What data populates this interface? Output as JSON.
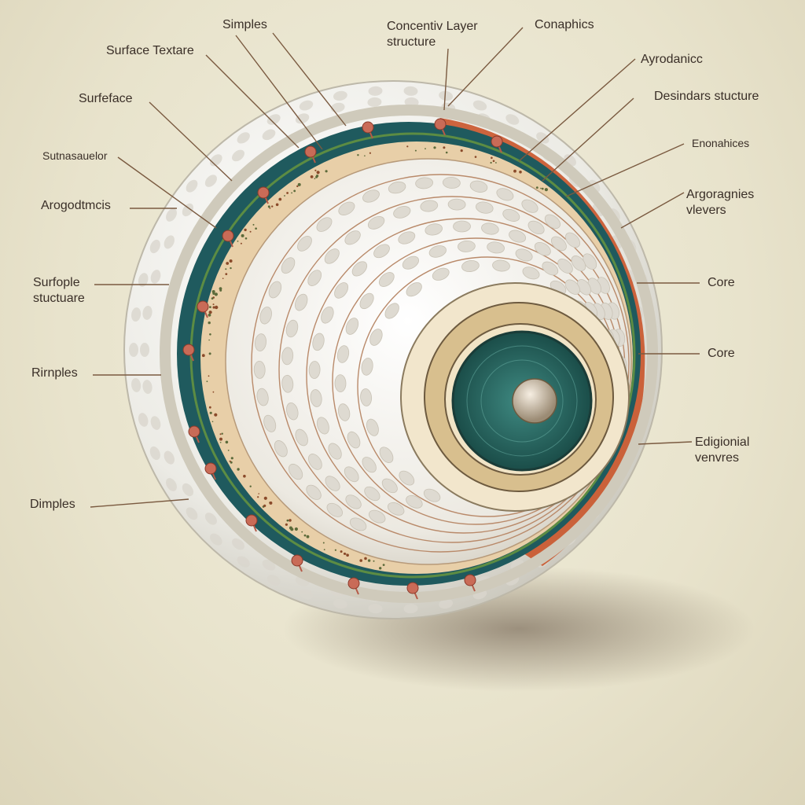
{
  "labels": {
    "simples": "Simples",
    "concentric_layer": "Concentiv Layer",
    "concentric_layer_line2": "structure",
    "conaphics": "Conaphics",
    "surface_texture": "Surface Textare",
    "ayrodanicc": "Ayrodanicc",
    "surfeface": "Surfeface",
    "desindars_structure": "Desindars stucture",
    "subasauelor": "Sutnasauelor",
    "enonahices": "Enonahices",
    "arogodtmcis": "Arogodtmcis",
    "argoragnies": "Argoragnies",
    "argoragnies_line2": "vlevers",
    "surfople": "Surfople",
    "surfople_line2": "stuctuare",
    "core_1": "Core",
    "ripples": "Rirnples",
    "core_2": "Core",
    "edigional": "Edigionial",
    "edigional_line2": "venvres",
    "dimples": "Dimples"
  },
  "colors": {
    "shell": "#f4f3ee",
    "outer_ring": "#cfcabb",
    "teal_band": "#1f5a5e",
    "green_line": "#5c8c43",
    "cream_band": "#e8cfa8",
    "orange_band": "#c9542a",
    "core_ring_gold": "#d8bf8e",
    "core_teal": "#2f6f6a",
    "core_center": "#c9b9a0",
    "leader_line": "#7a5a40",
    "pin": "#c96b57"
  }
}
